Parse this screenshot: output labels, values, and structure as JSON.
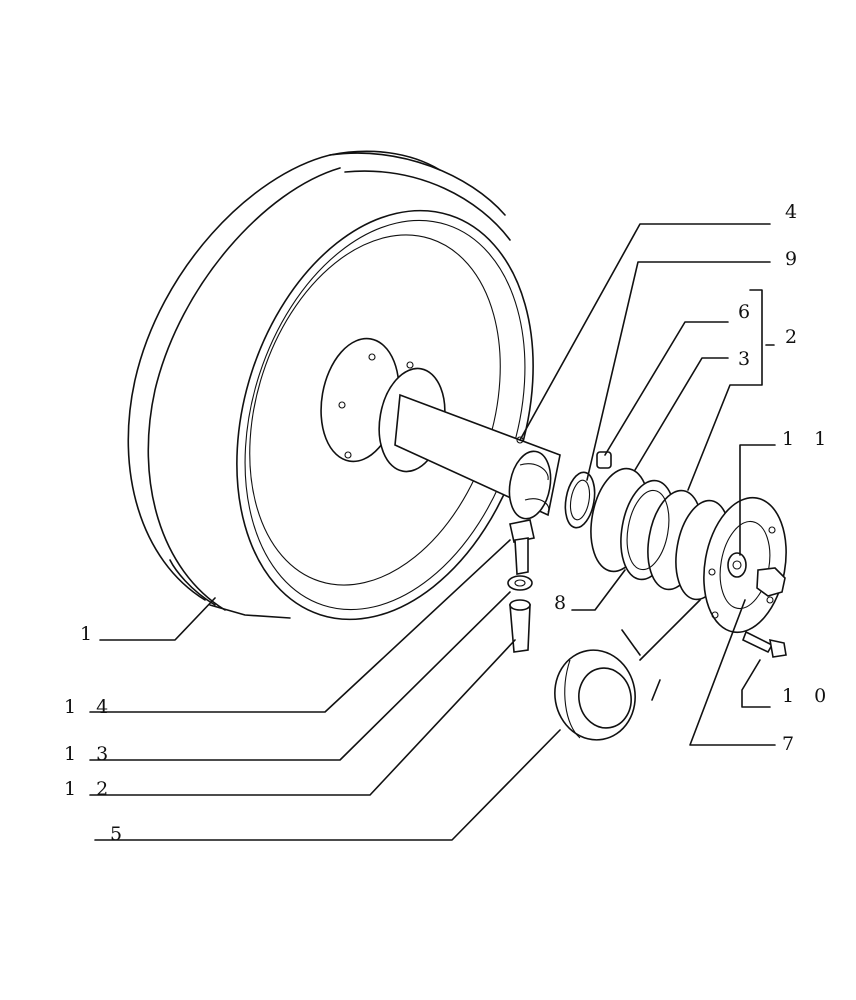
{
  "diagram": {
    "type": "exploded-parts-view",
    "callouts": [
      {
        "id": "1",
        "text": "1"
      },
      {
        "id": "2",
        "text": "2"
      },
      {
        "id": "3",
        "text": "3"
      },
      {
        "id": "4",
        "text": "4"
      },
      {
        "id": "5",
        "text": "5"
      },
      {
        "id": "6",
        "text": "6"
      },
      {
        "id": "7",
        "text": "7"
      },
      {
        "id": "8",
        "text": "8"
      },
      {
        "id": "9",
        "text": "9"
      },
      {
        "id": "10",
        "text": "1 0"
      },
      {
        "id": "11",
        "text": "1 1"
      },
      {
        "id": "12",
        "text": "1 2"
      },
      {
        "id": "13",
        "text": "1 3"
      },
      {
        "id": "14",
        "text": "1 4"
      }
    ]
  }
}
